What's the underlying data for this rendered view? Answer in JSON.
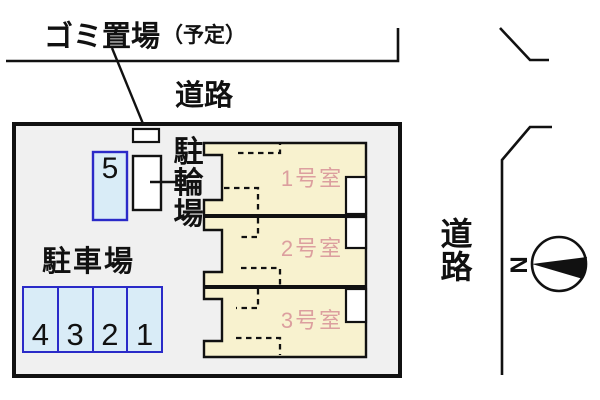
{
  "title_area": {
    "garbage_label": "ゴミ置場",
    "garbage_note": "（予定）",
    "road_top": "道路"
  },
  "site": {
    "parking_lot_label": "駐車場",
    "bicycle_label": "駐輪場",
    "space5": "5",
    "parking_row": [
      "4",
      "3",
      "2",
      "1"
    ],
    "rooms": [
      "1号室",
      "2号室",
      "3号室"
    ]
  },
  "right_area": {
    "road_right": "道路",
    "north": "N"
  },
  "colors": {
    "building_fill": "#f8f2cf",
    "room_text": "#dc9f9f",
    "parking_fill": "#d9ecf7",
    "parking_border": "#2a2ac8",
    "site_fill": "#f0f0f0",
    "line": "#111111",
    "white": "#ffffff"
  }
}
